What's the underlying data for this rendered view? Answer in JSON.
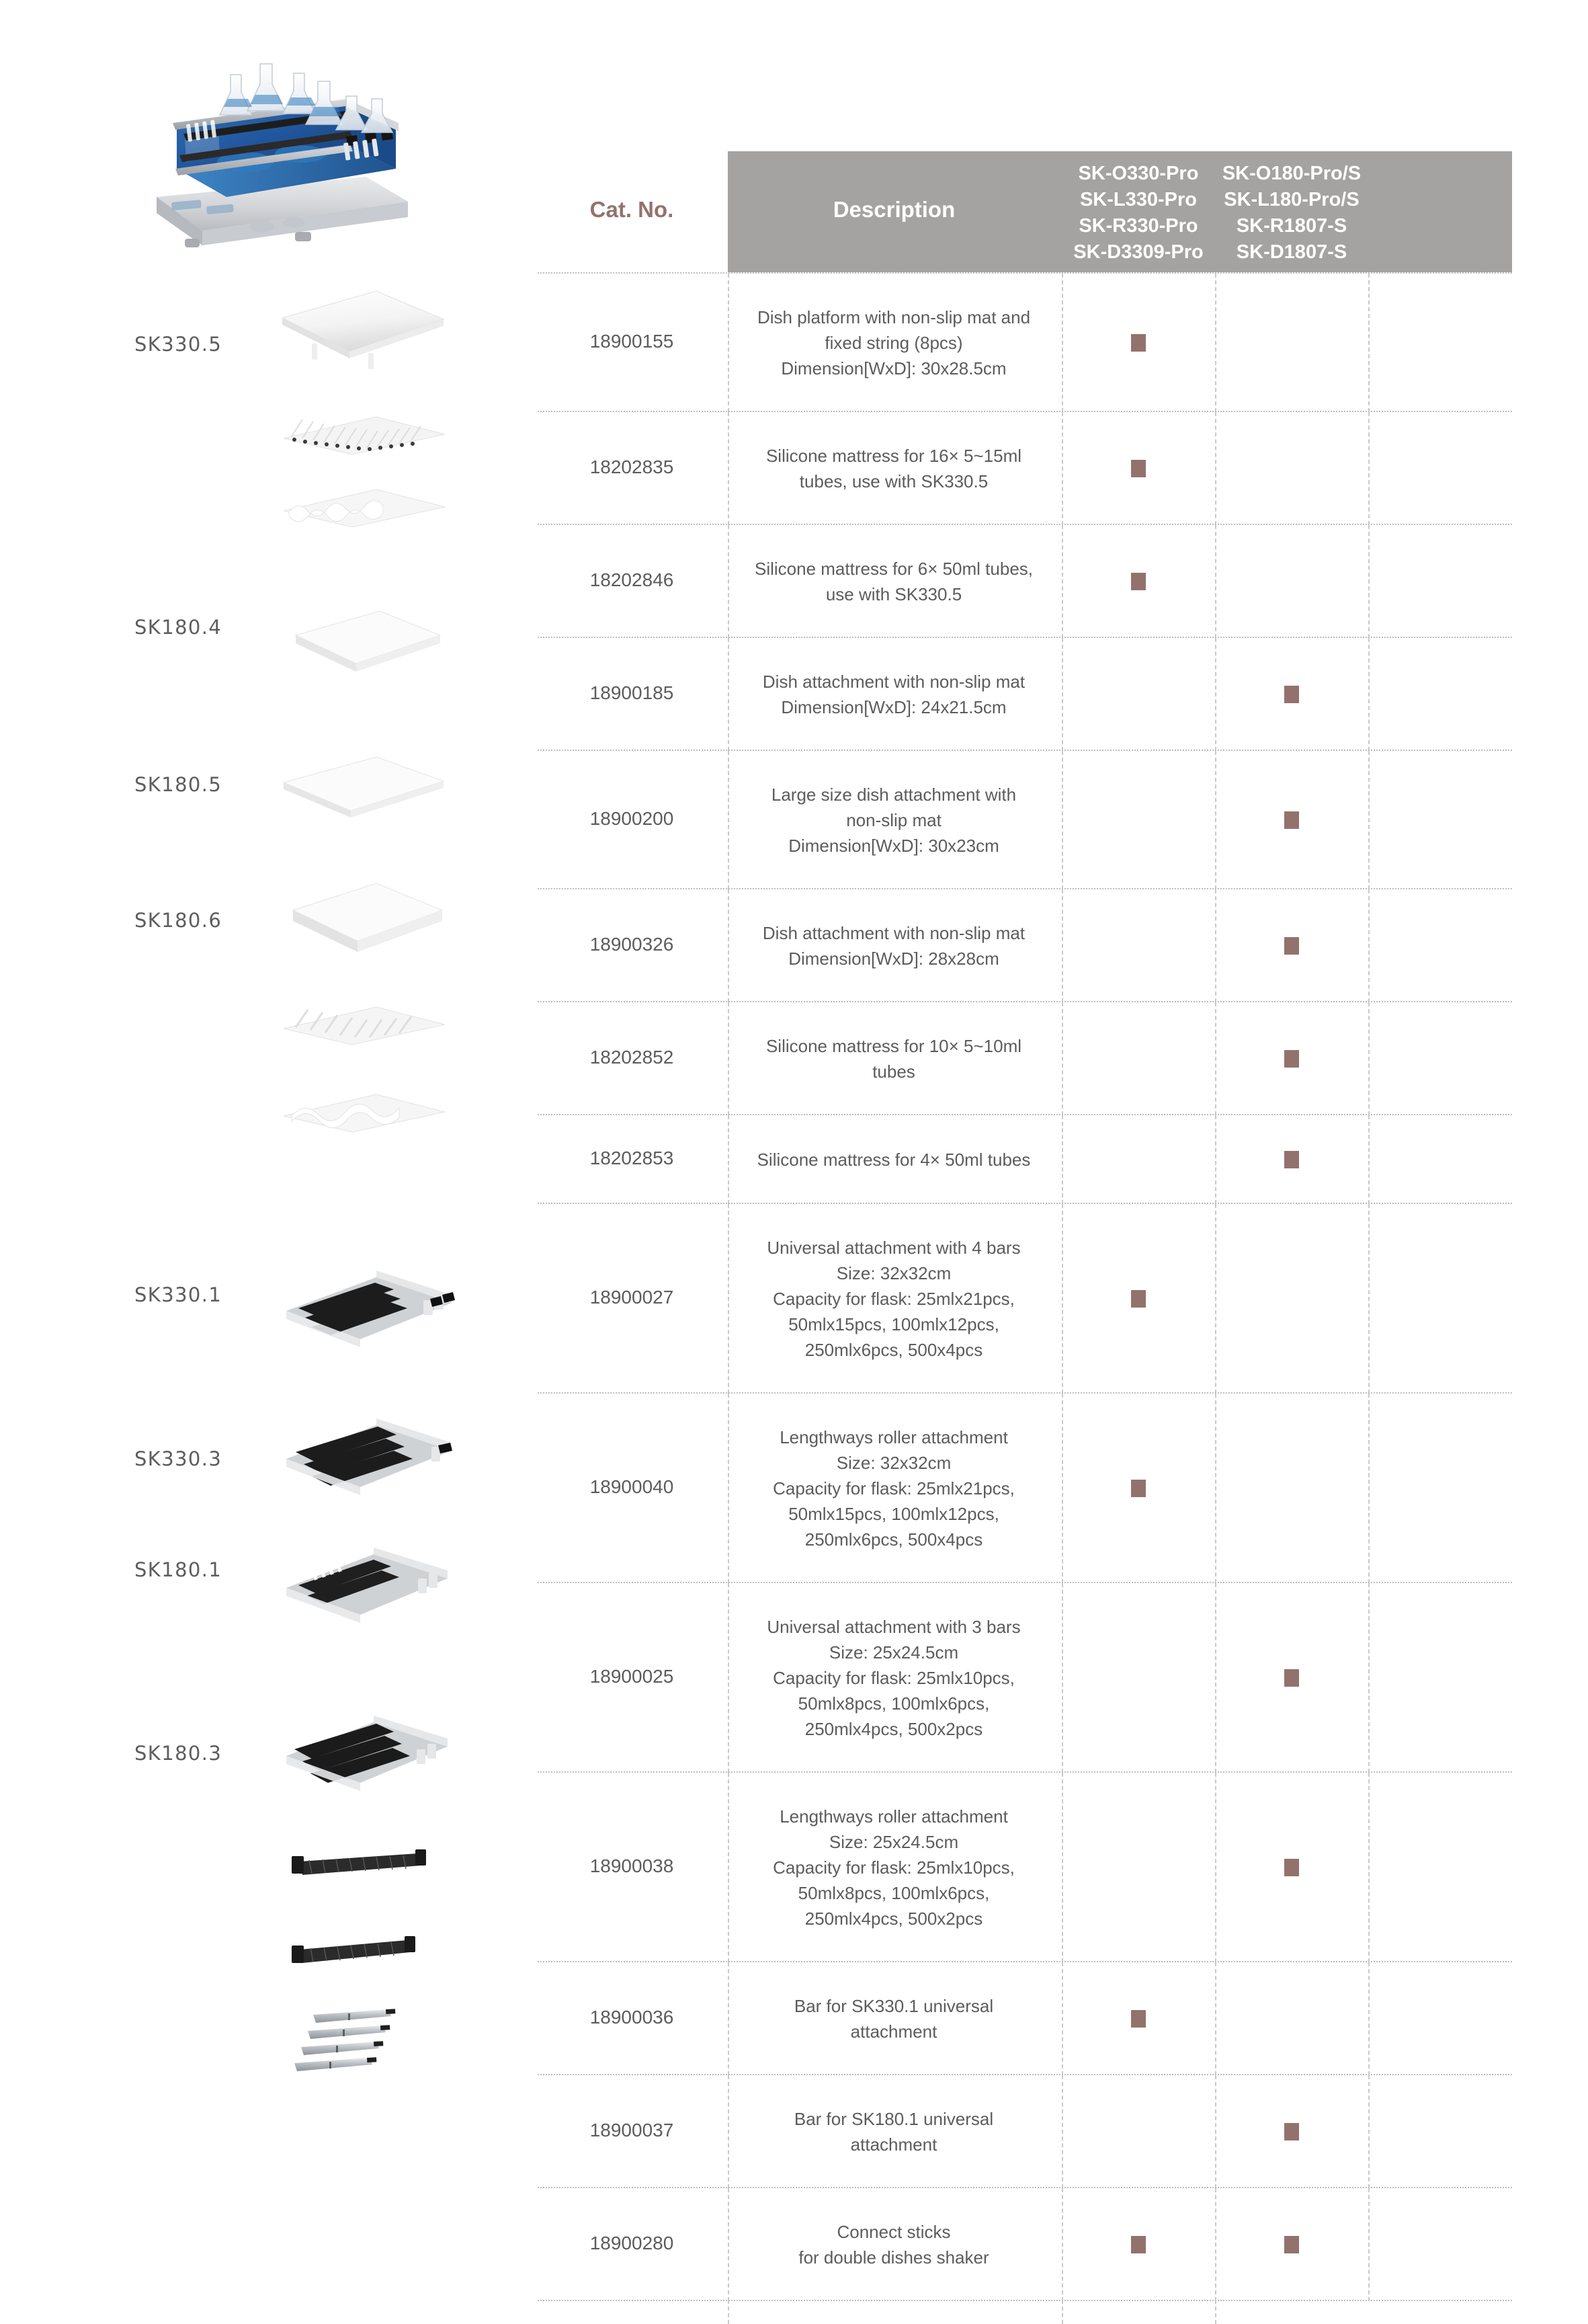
{
  "page": {
    "hero_image_name": "laboratory-shaker-with-universal-attachment"
  },
  "table": {
    "headers": {
      "cat_no": "Cat. No.",
      "description": "Description",
      "col1_lines": [
        "SK-O330-Pro",
        "SK-L330-Pro",
        "SK-R330-Pro",
        "SK-D3309-Pro"
      ],
      "col2_lines": [
        "SK-O180-Pro/S",
        "SK-L180-Pro/S",
        "SK-R1807-S",
        "SK-D1807-S"
      ]
    },
    "rows": [
      {
        "product_label": "SK330.5",
        "thumb": "dish-platform-white",
        "cat_no": "18900155",
        "description_lines": [
          "Dish platform with non-slip mat and",
          "fixed string (8pcs)",
          "Dimension[WxD]: 30x28.5cm"
        ],
        "col1": true,
        "col2": false
      },
      {
        "product_label": "",
        "thumb": "silicone-mattress-16-tubes",
        "cat_no": "18202835",
        "description_lines": [
          "Silicone mattress for 16× 5~15ml",
          "tubes, use with SK330.5"
        ],
        "col1": true,
        "col2": false
      },
      {
        "product_label": "",
        "thumb": "silicone-mattress-6-tubes",
        "cat_no": "18202846",
        "description_lines": [
          "Silicone mattress for 6× 50ml tubes,",
          "use with SK330.5"
        ],
        "col1": true,
        "col2": false
      },
      {
        "product_label": "SK180.4",
        "thumb": "dish-attachment-white-small",
        "cat_no": "18900185",
        "description_lines": [
          "Dish attachment with non-slip mat",
          "Dimension[WxD]: 24x21.5cm"
        ],
        "col1": false,
        "col2": true
      },
      {
        "product_label": "SK180.5",
        "thumb": "dish-attachment-white-large",
        "cat_no": "18900200",
        "description_lines": [
          "Large size dish attachment with",
          "non-slip mat",
          "Dimension[WxD]: 30x23cm"
        ],
        "col1": false,
        "col2": true
      },
      {
        "product_label": "SK180.6",
        "thumb": "dish-attachment-white-square",
        "cat_no": "18900326",
        "description_lines": [
          "Dish attachment with non-slip mat",
          "Dimension[WxD]: 28x28cm"
        ],
        "col1": false,
        "col2": true
      },
      {
        "product_label": "",
        "thumb": "silicone-mattress-10-tubes",
        "cat_no": "18202852",
        "description_lines": [
          "Silicone mattress for 10× 5~10ml",
          "tubes"
        ],
        "col1": false,
        "col2": true
      },
      {
        "product_label": "",
        "thumb": "silicone-mattress-4-tubes",
        "cat_no": "18202853",
        "description_lines": [
          "Silicone mattress for 4× 50ml tubes"
        ],
        "col1": false,
        "col2": true
      },
      {
        "product_label": "SK330.1",
        "thumb": "universal-attachment-4-bars",
        "cat_no": "18900027",
        "description_lines": [
          "Universal attachment with 4 bars",
          "Size: 32x32cm",
          "Capacity for flask: 25mlx21pcs,",
          "50mlx15pcs, 100mlx12pcs,",
          "250mlx6pcs, 500x4pcs"
        ],
        "col1": true,
        "col2": false
      },
      {
        "product_label": "SK330.3",
        "thumb": "lengthways-roller-attachment-330",
        "cat_no": "18900040",
        "description_lines": [
          "Lengthways roller attachment",
          "Size: 32x32cm",
          "Capacity for flask: 25mlx21pcs,",
          "50mlx15pcs, 100mlx12pcs,",
          "250mlx6pcs, 500x4pcs"
        ],
        "col1": true,
        "col2": false
      },
      {
        "product_label": "SK180.1",
        "thumb": "universal-attachment-3-bars",
        "cat_no": "18900025",
        "description_lines": [
          "Universal attachment with 3 bars",
          "Size: 25x24.5cm",
          "Capacity for flask: 25mlx10pcs,",
          "50mlx8pcs, 100mlx6pcs,",
          "250mlx4pcs, 500x2pcs"
        ],
        "col1": false,
        "col2": true
      },
      {
        "product_label": "SK180.3",
        "thumb": "lengthways-roller-attachment-180",
        "cat_no": "18900038",
        "description_lines": [
          "Lengthways roller attachment",
          "Size: 25x24.5cm",
          "Capacity for flask: 25mlx10pcs,",
          "50mlx8pcs, 100mlx6pcs,",
          "250mlx4pcs, 500x2pcs"
        ],
        "col1": false,
        "col2": true
      },
      {
        "product_label": "",
        "thumb": "bar-black-330",
        "cat_no": "18900036",
        "description_lines": [
          "Bar for SK330.1 universal",
          "attachment"
        ],
        "col1": true,
        "col2": false
      },
      {
        "product_label": "",
        "thumb": "bar-black-180",
        "cat_no": "18900037",
        "description_lines": [
          "Bar for SK180.1 universal",
          "attachment"
        ],
        "col1": false,
        "col2": true
      },
      {
        "product_label": "",
        "thumb": "connect-sticks",
        "cat_no": "18900280",
        "description_lines": [
          "Connect sticks",
          "for double dishes shaker"
        ],
        "col1": true,
        "col2": true
      }
    ]
  },
  "colors": {
    "header_band": "#a5a2a2",
    "accent": "#93726d",
    "body_text": "#5c5c5c",
    "rule": "#bcbcbc"
  }
}
